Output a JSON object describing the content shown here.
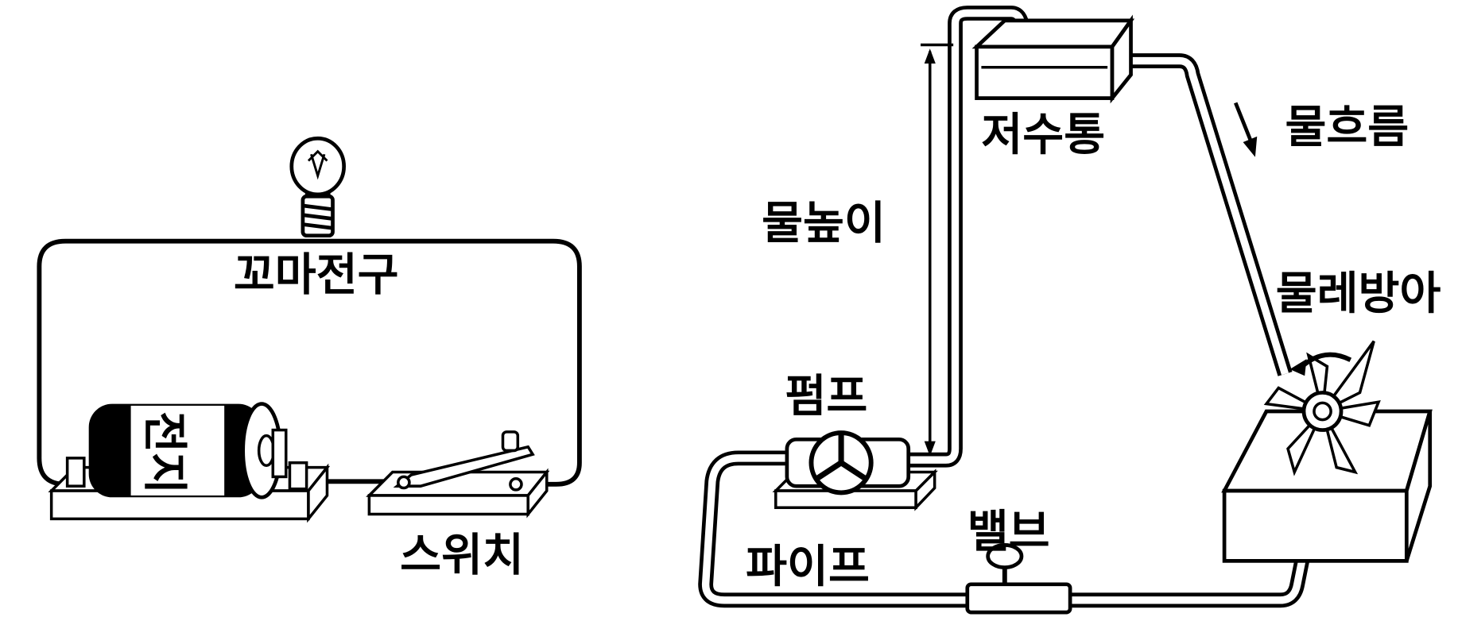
{
  "circuit": {
    "bulb_label": "꼬마전구",
    "switch_label": "스위치",
    "battery_label": "전지"
  },
  "water_system": {
    "tank_label": "저수통",
    "flow_label": "물흐름",
    "height_label": "물높이",
    "waterwheel_label": "물레방아",
    "pump_label": "펌프",
    "valve_label": "밸브",
    "pipe_label": "파이프"
  }
}
